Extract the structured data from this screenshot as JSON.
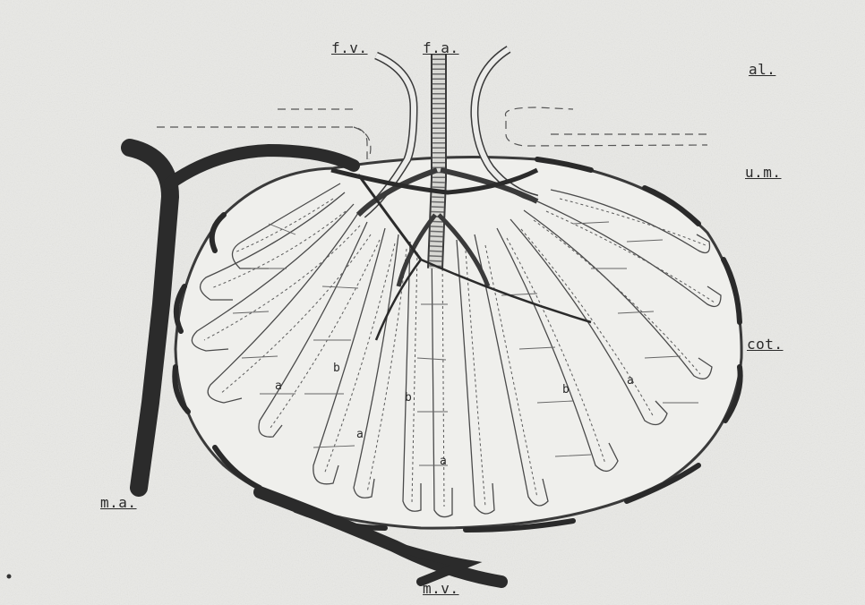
{
  "labels": {
    "fv": "f.v.",
    "fa": "f.a.",
    "al": "al.",
    "um": "u.m.",
    "cot": "cot.",
    "ma": "m.a.",
    "mv": "m.v.",
    "a": "a",
    "b": "b"
  },
  "colors": {
    "background": "#e9e9e6",
    "ink": "#2a2a2a",
    "vessel": "#3a3a3a"
  }
}
